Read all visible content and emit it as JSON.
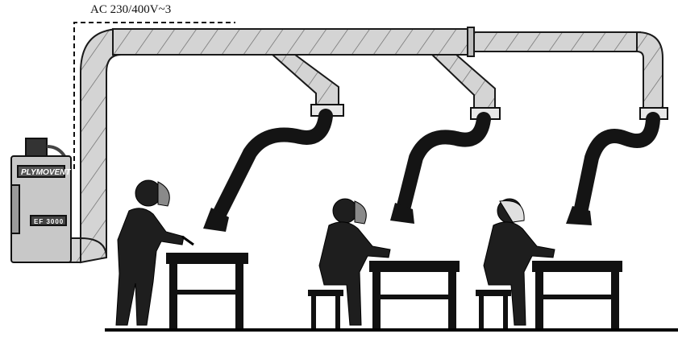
{
  "supply_label": "AC 230/400V~3",
  "unit": {
    "brand": "PLYMOVENT",
    "model": "EF 3000"
  },
  "colors": {
    "duct_fill": "#d4d4d4",
    "duct_stroke": "#1a1a1a",
    "arm": "#141414",
    "unit_body": "#c8c8c8",
    "unit_panel": "#555555",
    "figure": "#1e1e1e",
    "floor": "#000000"
  }
}
